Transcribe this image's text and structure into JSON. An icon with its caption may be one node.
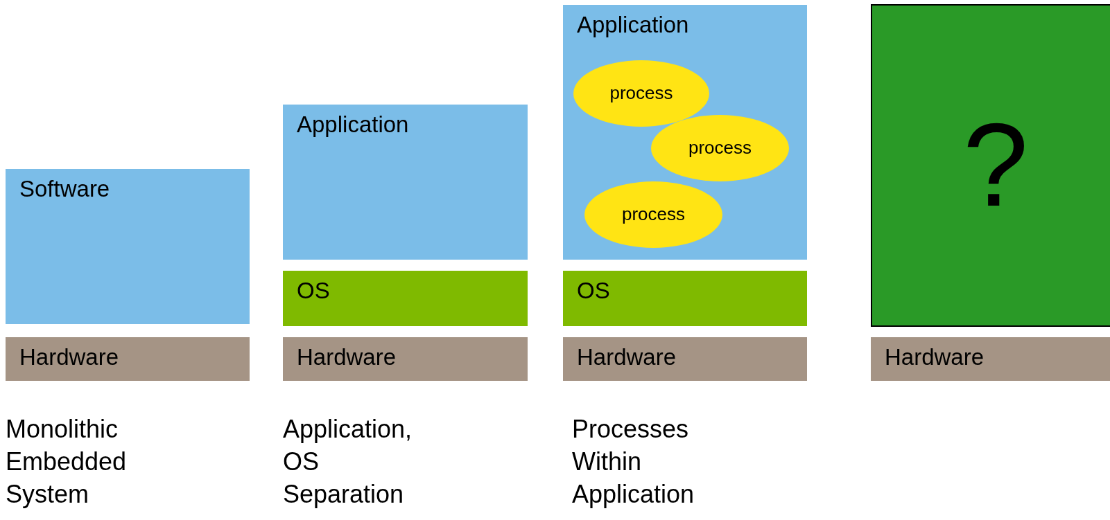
{
  "diagram": {
    "nodes": [
      {
        "text": [
          "Software"
        ]
      },
      {
        "text": [
          "Hardware"
        ]
      },
      {
        "text": [
          "Application"
        ]
      },
      {
        "text": [
          "OS"
        ]
      },
      {
        "text": [
          "Hardware"
        ]
      },
      {
        "text": [
          "Application"
        ]
      },
      {
        "text": [
          "process"
        ],
        "in": 5
      },
      {
        "text": [
          "process"
        ],
        "in": 5
      },
      {
        "text": [
          "process"
        ],
        "in": 5
      },
      {
        "text": [
          "OS"
        ]
      },
      {
        "text": [
          "Hardware"
        ]
      },
      {
        "text": [
          "?"
        ]
      },
      {
        "text": [
          "Hardware"
        ]
      }
    ],
    "labels": [
      "Monolithic Embedded System",
      "Application, OS Separation",
      "Processes Within Application"
    ]
  }
}
